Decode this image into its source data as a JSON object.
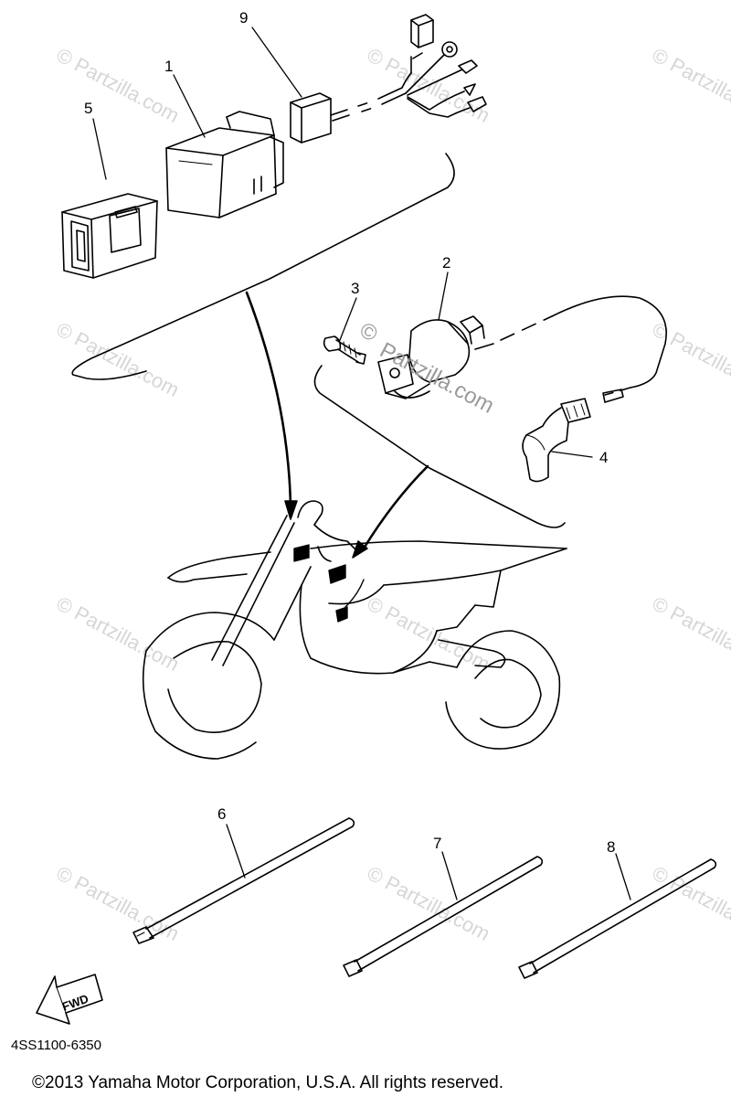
{
  "diagram": {
    "callouts": [
      {
        "id": "1",
        "label": "1"
      },
      {
        "id": "2",
        "label": "2"
      },
      {
        "id": "3",
        "label": "3"
      },
      {
        "id": "4",
        "label": "4"
      },
      {
        "id": "5",
        "label": "5"
      },
      {
        "id": "6",
        "label": "6"
      },
      {
        "id": "7",
        "label": "7"
      },
      {
        "id": "8",
        "label": "8"
      },
      {
        "id": "9",
        "label": "9"
      }
    ],
    "fwd_label": "FWD",
    "diagram_code": "4SS1100-6350",
    "center_watermark_symbol": "©",
    "center_watermark_text": "Partzilla.com",
    "repeat_watermark_text": "© Partzilla.com",
    "copyright": "©2013  Yamaha Motor Corporation, U.S.A. All rights reserved."
  }
}
